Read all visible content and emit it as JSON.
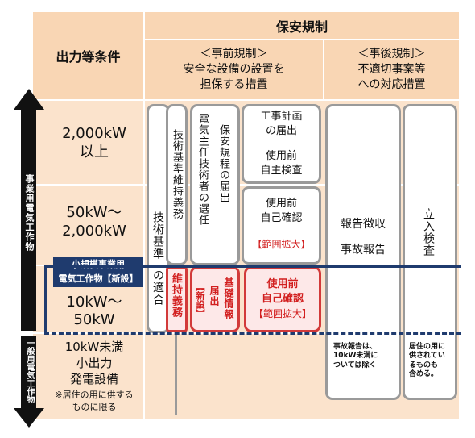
{
  "header": {
    "condition_label": "出力等条件",
    "regulation_label": "保安規制",
    "pre": {
      "title": "＜事前規制＞",
      "line1": "安全な設備の設置を",
      "line2": "担保する措置"
    },
    "post": {
      "title": "＜事後規制＞",
      "line1": "不適切事案等",
      "line2": "への対応措置"
    }
  },
  "rows": {
    "r1": {
      "line1": "2,000kW",
      "line2": "以上"
    },
    "r2": {
      "line1": "50kW～",
      "line2": "2,000kW"
    },
    "small_banner": {
      "line1": "小規模事業用",
      "line2": "電気工作物【新設】"
    },
    "r3": {
      "line1": "10kW～",
      "line2": "50kW"
    },
    "r4": {
      "line1": "10kW未満",
      "line2": "小出力",
      "line3": "発電設備",
      "note1": "※居住の用に供する",
      "note2": "ものに限る"
    }
  },
  "side": {
    "business": "事業用電気工作物",
    "general": "一般用電気工作物"
  },
  "measures": {
    "tech_standard_a": "技術基準",
    "tech_standard_b": "の適合",
    "maint_a": "技術基準維持義務",
    "maint_red": "維持義務",
    "chief_engineer": "電気主任技術者の選任",
    "safety_rules": "保安規程の届出",
    "new_filing_a": "届出",
    "new_filing_b": "【新設】",
    "basic_info": "基礎情報",
    "construction": {
      "l1": "工事計画",
      "l2": "の届出",
      "l3": "使用前",
      "l4": "自主検査"
    },
    "self_check": {
      "l1": "使用前",
      "l2": "自己確認",
      "l3": "【範囲拡大】"
    },
    "self_check_red": {
      "l1": "使用前",
      "l2": "自己確認",
      "l3": "【範囲拡大】"
    },
    "report": {
      "l1": "報告徴収",
      "l2": "事故報告"
    },
    "inspection": "立入検査",
    "report_note": {
      "l1": "事故報告は、",
      "l2": "10kW未満に",
      "l3": "ついては除く"
    },
    "inspection_note": {
      "l1": "居住の用に",
      "l2": "供されてい",
      "l3": "るものも",
      "l4": "含める。"
    }
  }
}
